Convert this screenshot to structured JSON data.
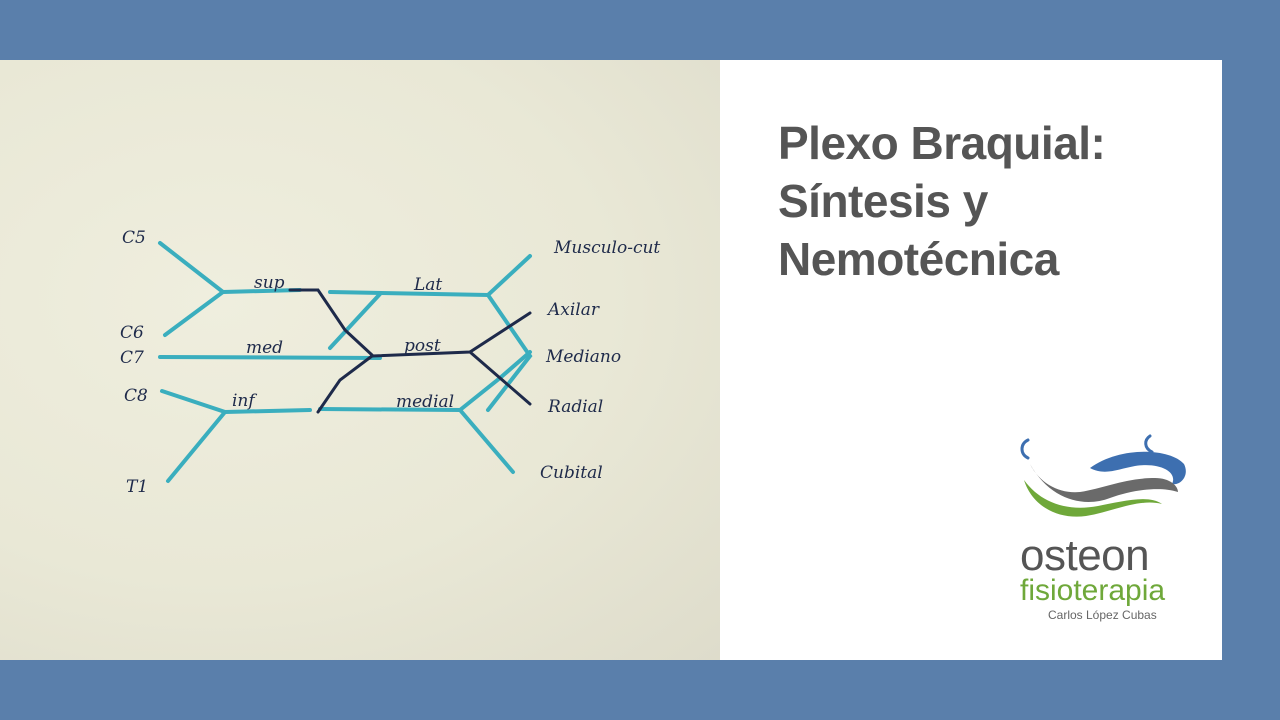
{
  "title": {
    "line1": "Plexo Braquial:",
    "line2": "Síntesis y",
    "line3": "Nemotécnica"
  },
  "diagram": {
    "roots": [
      "C5",
      "C6",
      "C7",
      "C8",
      "T1"
    ],
    "trunks": [
      "sup",
      "med",
      "inf"
    ],
    "cords": [
      "Lat",
      "post",
      "medial"
    ],
    "nerves": [
      "Musculo-cut",
      "Axilar",
      "Mediano",
      "Radial",
      "Cubital"
    ]
  },
  "logo": {
    "brand": "osteon",
    "sub": "fisioterapia",
    "author": "Carlos López Cubas"
  },
  "colors": {
    "border": "#5a7fab",
    "diagram_line": "#3aaebe",
    "ink": "#1e2a4a",
    "logo_green": "#6fa83a",
    "logo_blue": "#3d6fb0",
    "logo_gray": "#666666"
  }
}
